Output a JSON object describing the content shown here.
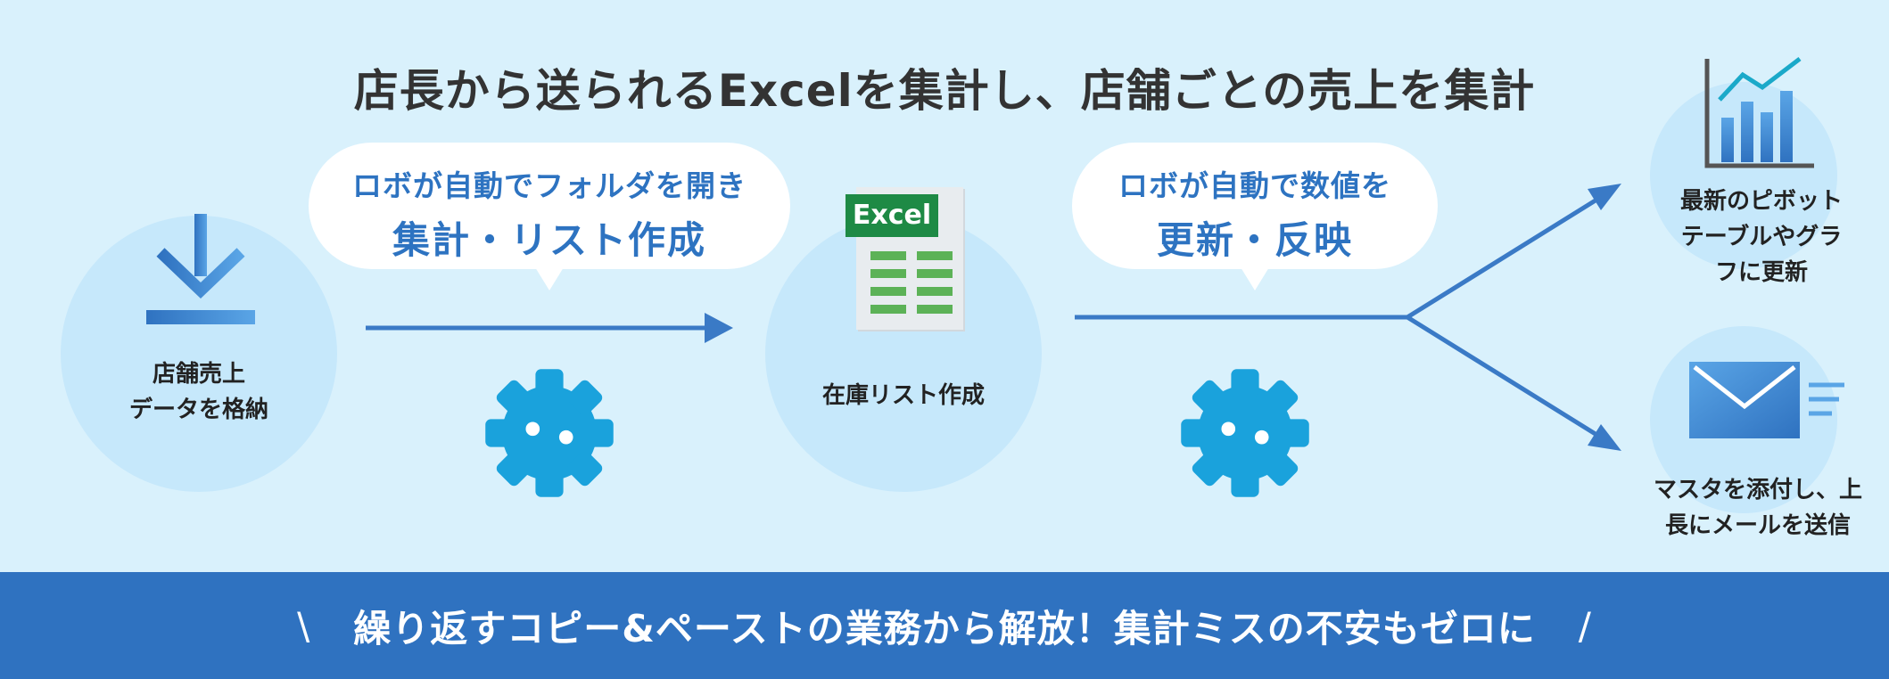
{
  "title": "店長から送られるExcelを集計し、店舗ごとの売上を集計",
  "steps": {
    "store": {
      "label_line1": "店舗売上",
      "label_line2": "データを格納",
      "icon": "download-icon"
    },
    "bubble1": {
      "line1": "ロボが自動でフォルダを開き",
      "line2": "集計・リスト作成"
    },
    "excel": {
      "badge": "Excel",
      "label": "在庫リスト作成",
      "icon": "excel-file-icon"
    },
    "bubble2": {
      "line1": "ロボが自動で数値を",
      "line2": "更新・反映"
    },
    "pivot": {
      "line1": "最新のピボット",
      "line2": "テーブルやグラ",
      "line3": "フに更新",
      "icon": "bar-chart-icon"
    },
    "mail": {
      "line1": "マスタを添付し、上",
      "line2": "長にメールを送信",
      "icon": "mail-icon"
    }
  },
  "robot_icon": "gear-robot-icon",
  "footer": {
    "left_mark": "\\",
    "text": "繰り返すコピー&ペーストの業務から解放！集計ミスの不安もゼロに",
    "right_mark": "/"
  },
  "colors": {
    "background": "#d9f1fc",
    "circle": "#c6e8fb",
    "accent_blue": "#2d73c1",
    "robot": "#1aa2dc",
    "excel_green": "#1e8a45",
    "footer": "#2f72c0"
  }
}
